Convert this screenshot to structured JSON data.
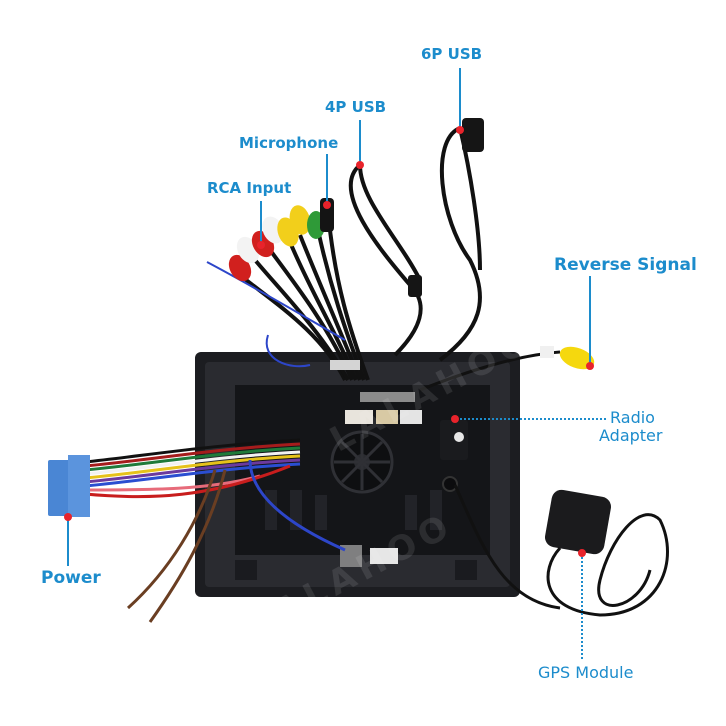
{
  "figure": {
    "title": "Car Stereo Head Unit Wiring Overview",
    "accent_color": "#1c8ccc",
    "marker_color": "#e8232b",
    "watermark": "LALAHOO"
  },
  "callouts": [
    {
      "id": "usb6p",
      "label": "6P USB"
    },
    {
      "id": "usb4p",
      "label": "4P USB"
    },
    {
      "id": "microphone",
      "label": "Microphone"
    },
    {
      "id": "rca",
      "label": "RCA Input"
    },
    {
      "id": "reverse",
      "label": "Reverse Signal"
    },
    {
      "id": "radio",
      "label_line1": "Radio",
      "label_line2": "Adapter"
    },
    {
      "id": "power",
      "label": "Power"
    },
    {
      "id": "gps",
      "label": "GPS Module"
    }
  ]
}
